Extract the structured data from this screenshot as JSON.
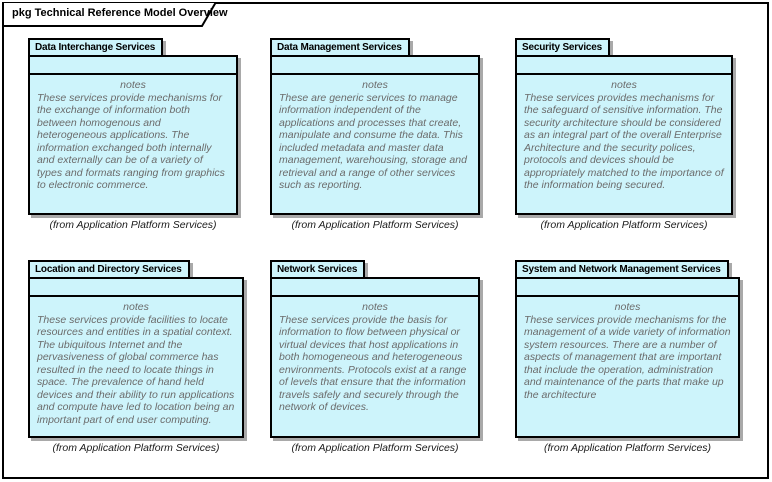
{
  "frame": {
    "title": "pkg Technical Reference Model Overview"
  },
  "packages": [
    {
      "title": "Data Interchange Services",
      "notes_label": "notes",
      "notes": "These services provide mechanisms for the exchange of information both between homogenous and heterogeneous applications. The information exchanged both internally and externally can be of a variety of types and formats ranging from graphics to electronic commerce.",
      "from": "(from Application Platform Services)"
    },
    {
      "title": "Data Management Services",
      "notes_label": "notes",
      "notes": "These are generic services to manage information independent of the applications and processes that create, manipulate and consume the data. This included metadata and master data management, warehousing, storage and retrieval and a range of other services such as reporting.",
      "from": "(from Application Platform Services)"
    },
    {
      "title": "Security Services",
      "notes_label": "notes",
      "notes": "These services provides mechanisms for the safeguard of sensitive information. The security architecture should be considered as an integral part of the overall Enterprise Architecture and the security polices, protocols and devices should be appropriately matched to the importance of the information being secured.",
      "from": "(from Application Platform Services)"
    },
    {
      "title": "Location and Directory Services",
      "notes_label": "notes",
      "notes": "These services provide facilities to locate resources and entities in a spatial context. The ubiquitous Internet and the pervasiveness of global commerce has resulted in the need to locate things in space. The prevalence of hand held devices and their ability to run applications and compute have led to location being an important part of end user computing.",
      "from": "(from Application Platform Services)"
    },
    {
      "title": "Network Services",
      "notes_label": "notes",
      "notes": "These services provide the basis for information to flow between physical or virtual devices that host applications in both homogeneous and heterogeneous environments. Protocols exist at a range of levels that ensure that the information travels safely and securely through the network of devices.",
      "from": "(from Application Platform Services)"
    },
    {
      "title": "System and Network Management Services",
      "notes_label": "notes",
      "notes": "These services provide mechanisms for the management of a wide variety of information system resources. There are a number of aspects of management that are important that include the operation, administration and maintenance of the parts that make up the architecture",
      "from": "(from Application Platform Services)"
    }
  ],
  "colors": {
    "element_fill": "#cdf4fb",
    "element_border": "#000000",
    "shadow": "#a9a9a9",
    "notes_text": "#6b6b6b"
  }
}
